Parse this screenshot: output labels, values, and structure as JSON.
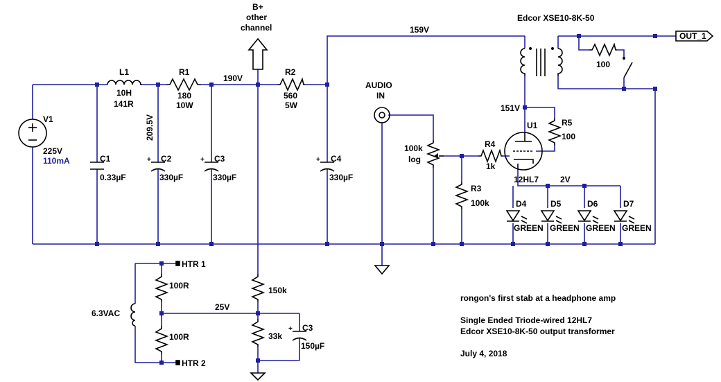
{
  "colors": {
    "wire": "#1f1fa0",
    "component": "#000000",
    "background": "#ffffff"
  },
  "components": {
    "v1": {
      "name": "V1",
      "value": "225V",
      "current": "110mA"
    },
    "l1": {
      "name": "L1",
      "value": "10H",
      "resistance": "141R"
    },
    "r1": {
      "name": "R1",
      "value": "180",
      "power": "10W"
    },
    "r2": {
      "name": "R2",
      "value": "560",
      "power": "5W"
    },
    "c1": {
      "name": "C1",
      "value": "0.33µF"
    },
    "c2": {
      "name": "C2",
      "value": "330µF"
    },
    "c3": {
      "name": "C3",
      "value": "330µF"
    },
    "c4": {
      "name": "C4",
      "value": "330µF"
    },
    "c3b": {
      "name": "C3",
      "value": "150µF"
    },
    "pot": {
      "value": "100k",
      "taper": "log"
    },
    "r3": {
      "name": "R3",
      "value": "100k"
    },
    "r4": {
      "name": "R4",
      "value": "1k"
    },
    "r5": {
      "name": "R5",
      "value": "100"
    },
    "u1": {
      "name": "U1",
      "tube": "12HL7"
    },
    "transformer": {
      "name": "Edcor XSE10-8K-50"
    },
    "out_resistor": {
      "value": "100"
    },
    "out_label": "OUT_1",
    "diodes": [
      {
        "name": "D4",
        "type": "GREEN"
      },
      {
        "name": "D5",
        "type": "GREEN"
      },
      {
        "name": "D6",
        "type": "GREEN"
      },
      {
        "name": "D7",
        "type": "GREEN"
      }
    ],
    "audio_in": [
      "AUDIO",
      "IN"
    ],
    "bplus": [
      "B+",
      "other",
      "channel"
    ],
    "heater": {
      "source": "6.3VAC",
      "r_top": "100R",
      "r_bottom": "100R",
      "htr1": "HTR 1",
      "htr2": "HTR 2",
      "r150k": "150k",
      "r33k": "33k"
    }
  },
  "voltages": {
    "n209": "209.5V",
    "n190": "190V",
    "n159": "159V",
    "n151": "151V",
    "n2": "2V",
    "n25": "25V"
  },
  "notes": [
    "rongon's first stab at a headphone amp",
    "Single Ended Triode-wired 12HL7",
    "Edcor XSE10-8K-50 output transformer",
    "July 4, 2018"
  ]
}
